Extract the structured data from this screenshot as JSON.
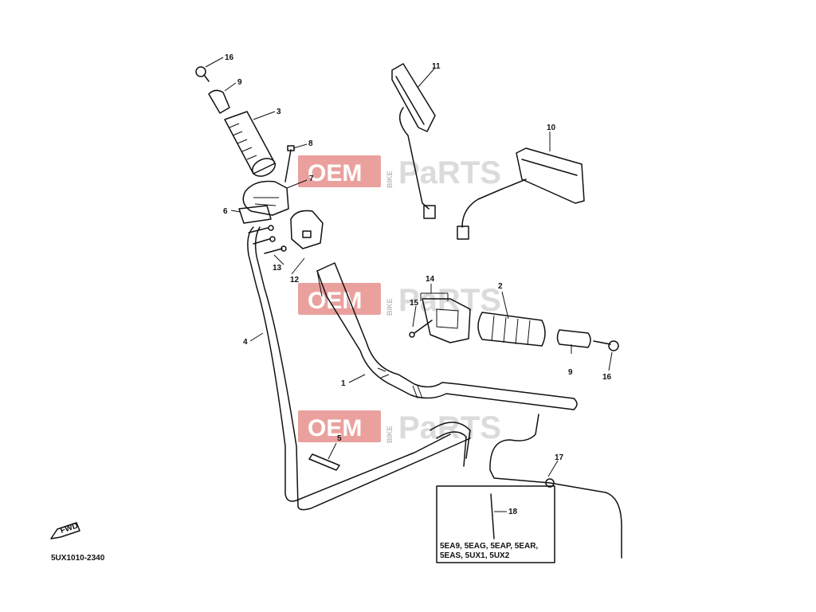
{
  "watermark": {
    "oem": "OEM",
    "bike": "BIKE",
    "parts": "PaRTS"
  },
  "callouts": [
    "1",
    "2",
    "3",
    "4",
    "5",
    "6",
    "7",
    "8",
    "9",
    "9",
    "10",
    "11",
    "12",
    "13",
    "14",
    "15",
    "16",
    "16",
    "17",
    "18"
  ],
  "note_lines": [
    "5EA9, 5EAG, 5EAP, 5EAR,",
    "5EAS, 5UX1, 5UX2"
  ],
  "fwd_label": "FWD",
  "diagram_code": "5UX1010-2340"
}
